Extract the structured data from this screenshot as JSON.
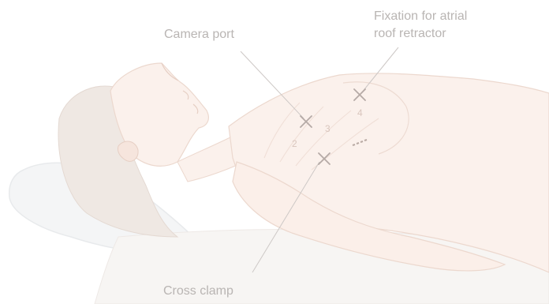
{
  "labels": {
    "camera_port": "Camera port",
    "fixation_line1": "Fixation for atrial",
    "fixation_line2": "roof retractor",
    "cross_clamp": "Cross clamp"
  },
  "intercostal_numbers": [
    "2",
    "3",
    "4"
  ],
  "colors": {
    "skin": "#fbf1ec",
    "skin_shade": "#efd9cf",
    "pillow": "#f5f6f7",
    "sheet": "#f6f4f2",
    "hair": "#eee7e2",
    "marker": "#b5aaa6",
    "leader_line": "#c9c4c2",
    "label_text": "#b9b5b3"
  },
  "icons": [
    "cross-mark-icon",
    "cross-mark-icon",
    "cross-mark-icon"
  ]
}
